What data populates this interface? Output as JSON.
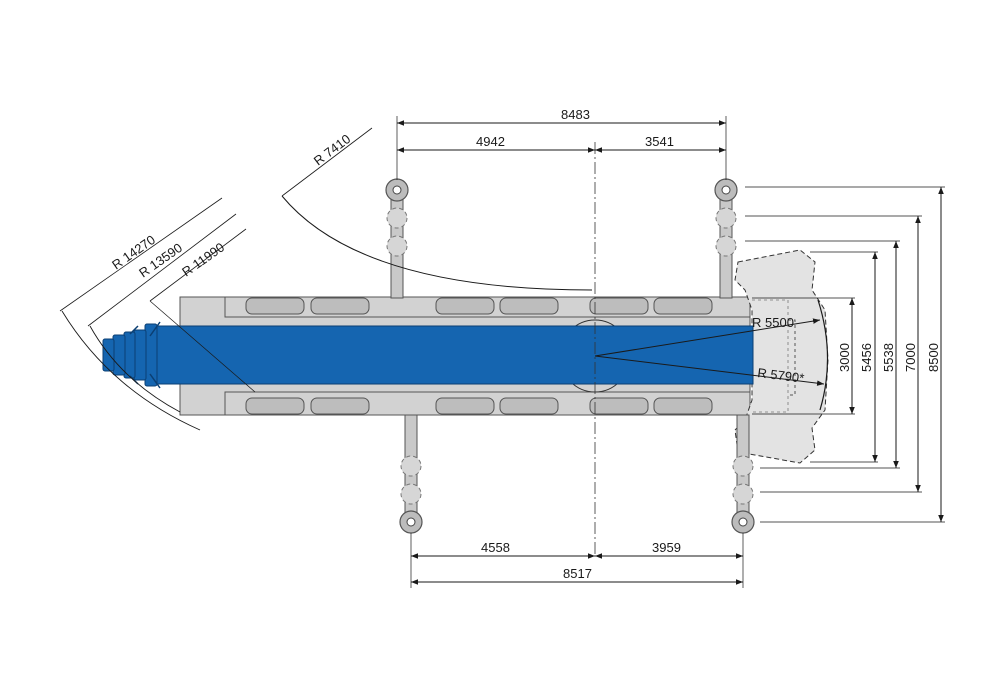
{
  "dimensions": {
    "top_total": "8483",
    "top_left": "4942",
    "top_right": "3541",
    "bottom_left": "4558",
    "bottom_right": "3959",
    "bottom_total": "8517",
    "width_3000": "3000",
    "width_5456": "5456",
    "width_5538": "5538",
    "width_7000": "7000",
    "width_8500": "8500",
    "radius_7410": "R 7410",
    "radius_14270": "R 14270",
    "radius_13590": "R 13590",
    "radius_11990": "R 11990",
    "radius_5500": "R 5500",
    "radius_5790": "R 5790*"
  },
  "colors": {
    "boom": "#1565b0",
    "chassis": "#d2d2d2",
    "lines": "#1a1a1a"
  }
}
